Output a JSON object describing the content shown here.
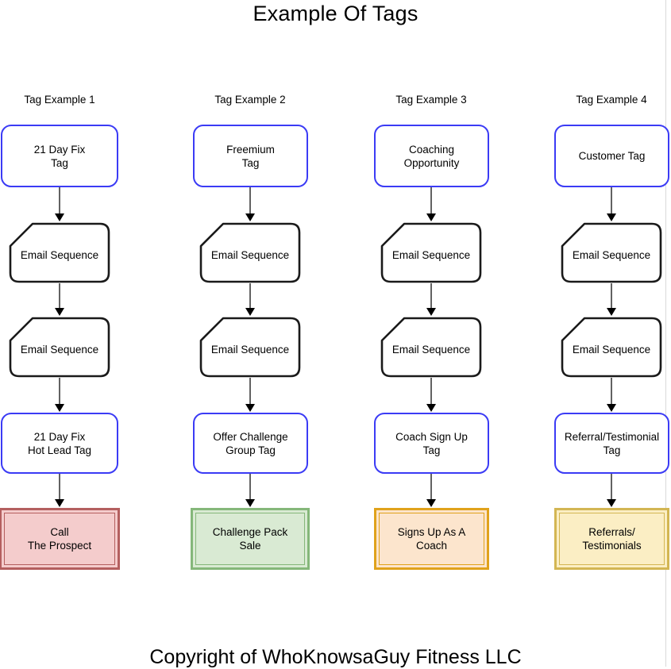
{
  "diagram": {
    "title": "Example Of Tags",
    "footer": "Copyright of WhoKnowsaGuy Fitness LLC",
    "type": "flowchart",
    "orientation": "top-to-bottom",
    "columns_count": 4,
    "rows_count": 5,
    "colors": {
      "tag_border": "#3b3bf5",
      "tag_fill": "#ffffff",
      "card_border": "#1a1a1a",
      "card_fill": "#ffffff",
      "connector": "#3b3b3b",
      "arrowhead": "#000000",
      "page_guide": "#d9d9d9",
      "result_red_fill": "#f4cccc",
      "result_red_border": "#b45f5f",
      "result_green_fill": "#d9ead3",
      "result_green_border": "#85b77a",
      "result_orange_fill": "#fce5cd",
      "result_orange_border": "#e0a21b",
      "result_yellow_fill": "#fbeec4",
      "result_yellow_border": "#d3b653"
    },
    "columns": [
      {
        "heading": "Tag Example 1",
        "nodes": [
          {
            "label": "21 Day Fix\nTag",
            "shape": "rounded-rect",
            "role": "tag"
          },
          {
            "label": "Email Sequence",
            "shape": "card",
            "role": "sequence"
          },
          {
            "label": "Email Sequence",
            "shape": "card",
            "role": "sequence"
          },
          {
            "label": "21 Day Fix\nHot Lead Tag",
            "shape": "rounded-rect",
            "role": "tag"
          },
          {
            "label": "Call\nThe Prospect",
            "shape": "rect",
            "role": "result",
            "color": "red"
          }
        ]
      },
      {
        "heading": "Tag Example 2",
        "nodes": [
          {
            "label": "Freemium\nTag",
            "shape": "rounded-rect",
            "role": "tag"
          },
          {
            "label": "Email Sequence",
            "shape": "card",
            "role": "sequence"
          },
          {
            "label": "Email Sequence",
            "shape": "card",
            "role": "sequence"
          },
          {
            "label": "Offer Challenge\nGroup Tag",
            "shape": "rounded-rect",
            "role": "tag"
          },
          {
            "label": "Challenge Pack\nSale",
            "shape": "rect",
            "role": "result",
            "color": "green"
          }
        ]
      },
      {
        "heading": "Tag Example 3",
        "nodes": [
          {
            "label": "Coaching\nOpportunity",
            "shape": "rounded-rect",
            "role": "tag"
          },
          {
            "label": "Email Sequence",
            "shape": "card",
            "role": "sequence"
          },
          {
            "label": "Email Sequence",
            "shape": "card",
            "role": "sequence"
          },
          {
            "label": "Coach Sign Up\nTag",
            "shape": "rounded-rect",
            "role": "tag"
          },
          {
            "label": "Signs Up As A\nCoach",
            "shape": "rect",
            "role": "result",
            "color": "orange"
          }
        ]
      },
      {
        "heading": "Tag Example 4",
        "nodes": [
          {
            "label": "Customer Tag",
            "shape": "rounded-rect",
            "role": "tag"
          },
          {
            "label": "Email Sequence",
            "shape": "card",
            "role": "sequence"
          },
          {
            "label": "Email Sequence",
            "shape": "card",
            "role": "sequence"
          },
          {
            "label": "Referral/Testimonial\nTag",
            "shape": "rounded-rect",
            "role": "tag"
          },
          {
            "label": "Referrals/\nTestimonials",
            "shape": "rect",
            "role": "result",
            "color": "yellow"
          }
        ]
      }
    ]
  }
}
